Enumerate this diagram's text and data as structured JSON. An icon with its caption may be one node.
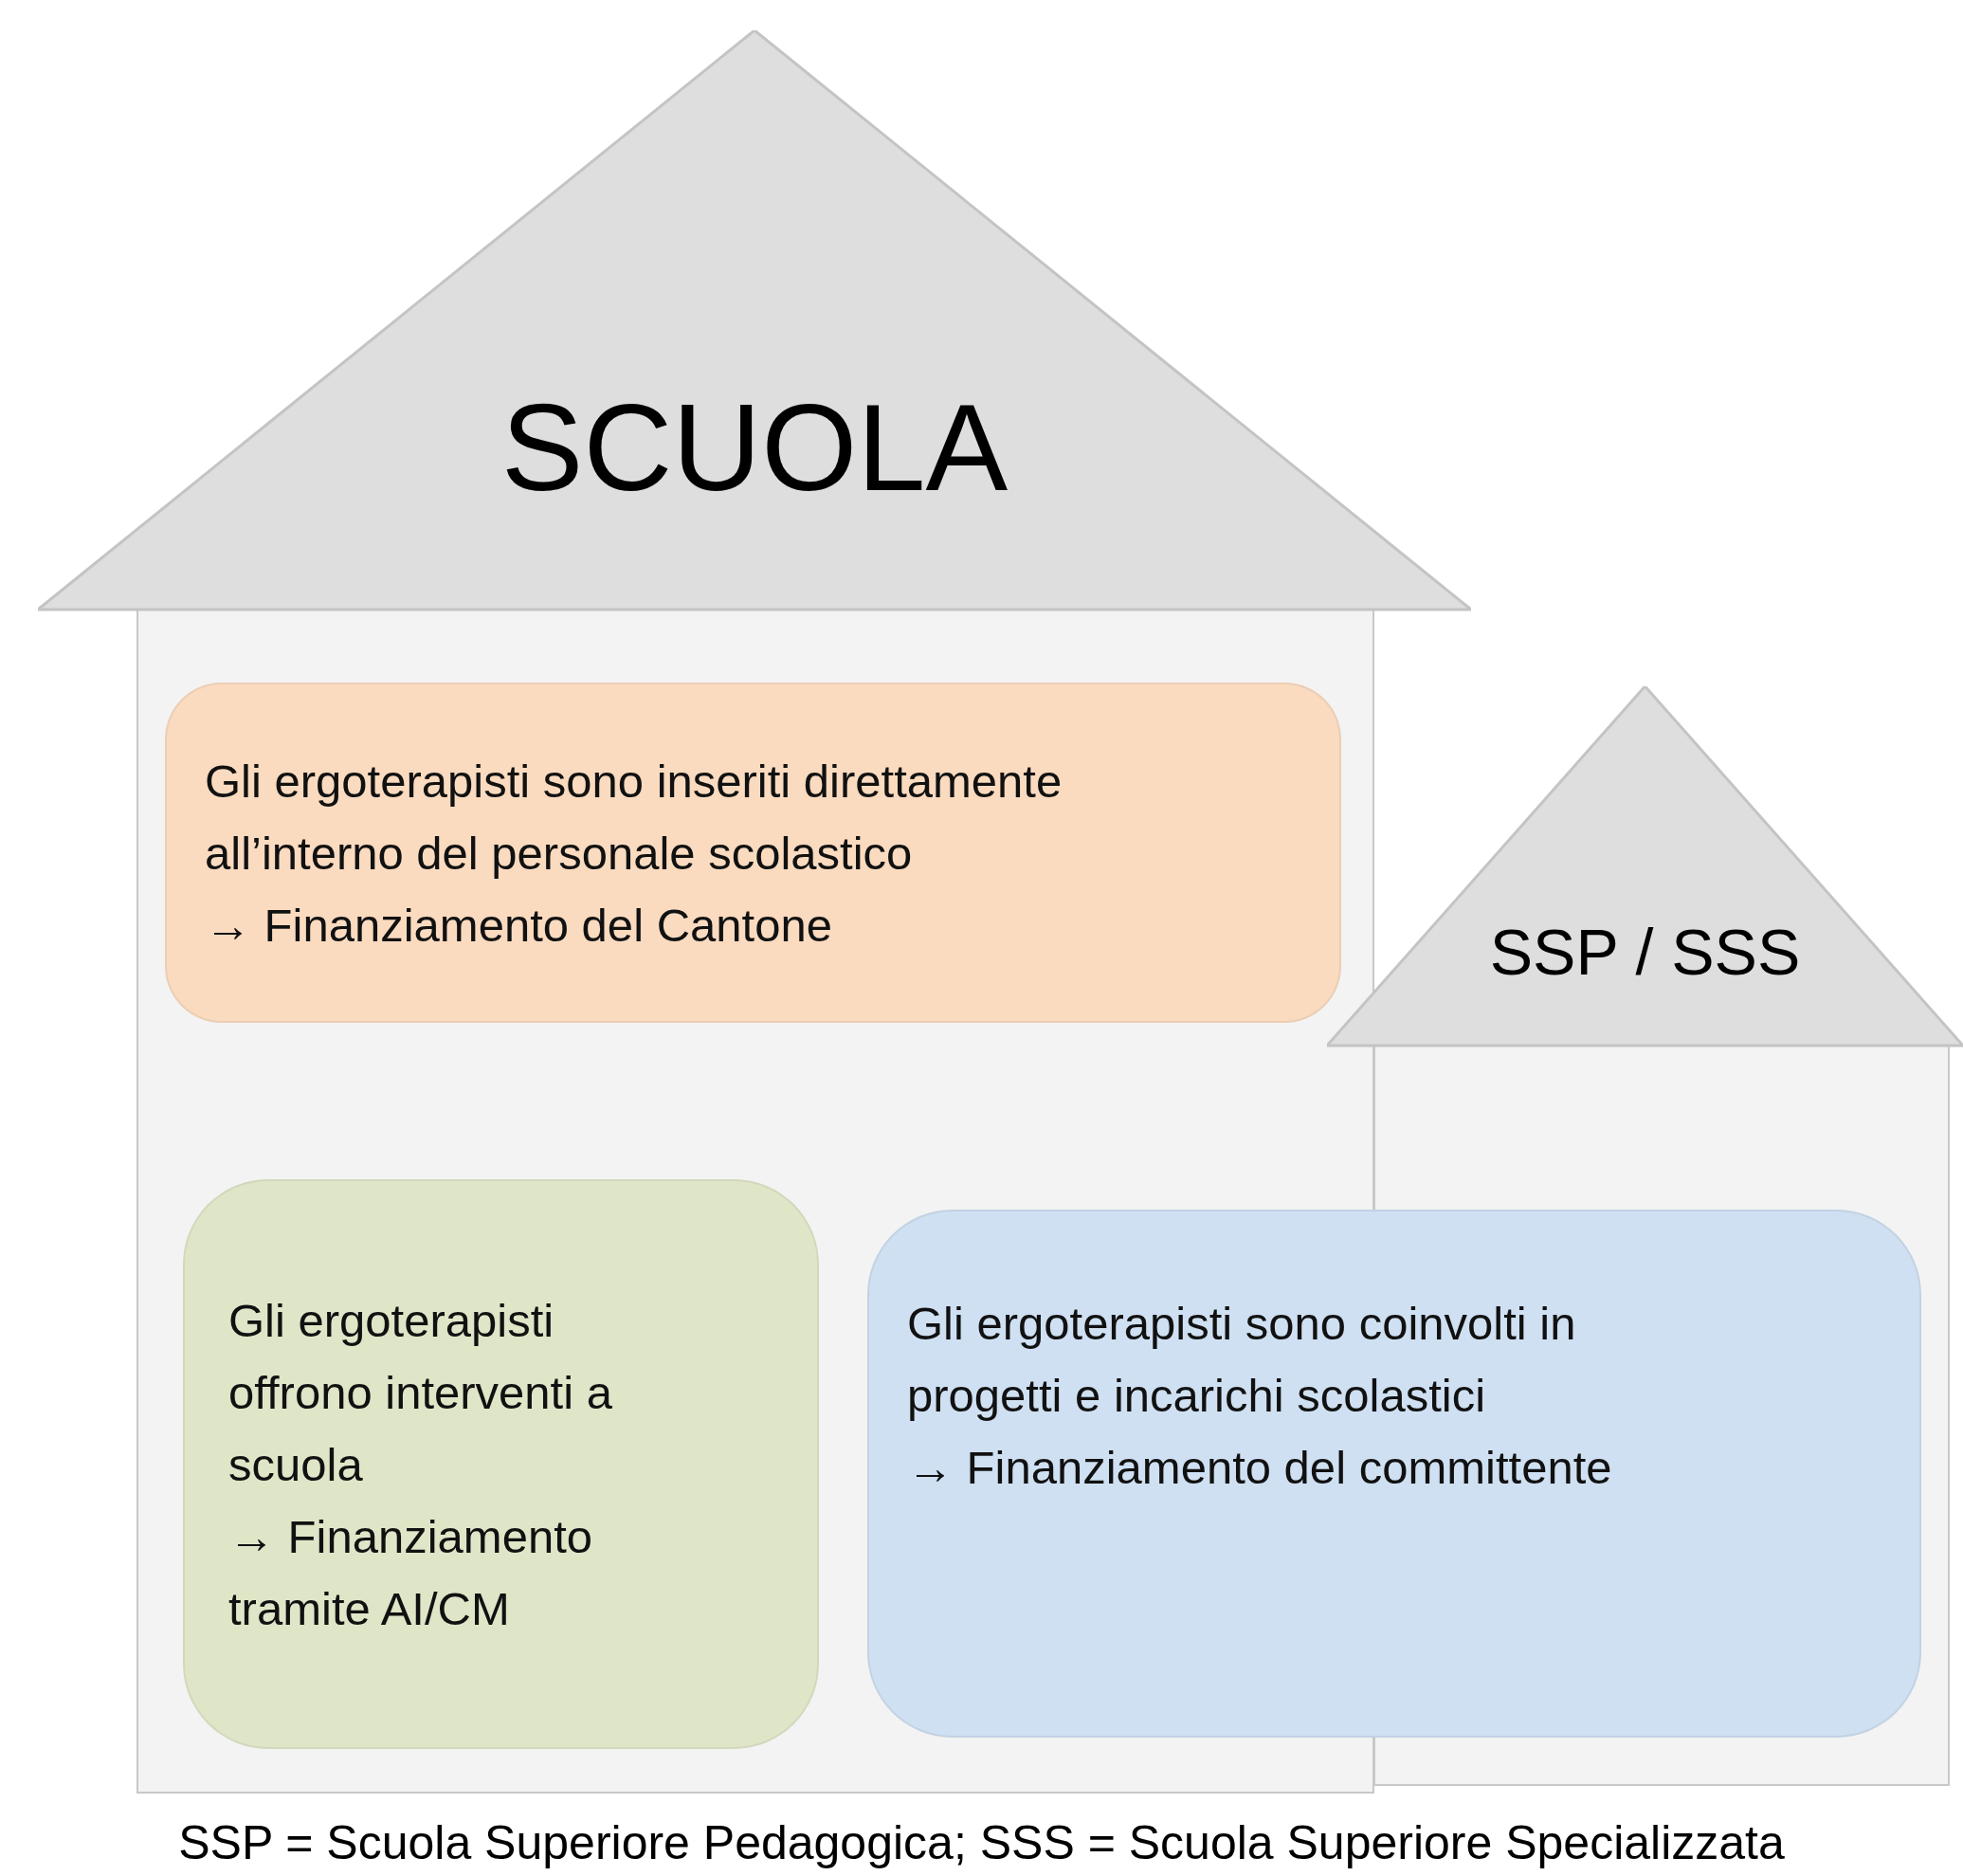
{
  "diagram": {
    "caption": "SSP = Scuola Superiore Pedagogica; SSS = Scuola Superiore Specializzata",
    "nodes": [
      {
        "text": [
          "SCUOLA"
        ]
      },
      {
        "text": [
          "SSP / SSS"
        ]
      },
      {
        "text": [
          "Gli ergoterapisti sono inseriti direttamente all’interno del personale scolastico",
          "→ Finanziamento del Cantone"
        ],
        "in": 0
      },
      {
        "text": [
          "Gli ergoterapisti offrono interventi a scuola",
          "→ Finanziamento tramite AI/CM"
        ],
        "in": 0
      },
      {
        "text": [
          "Gli ergoterapisti sono coinvolti in progetti e incarichi scolastici",
          "→ Finanziamento del committente"
        ]
      }
    ]
  }
}
